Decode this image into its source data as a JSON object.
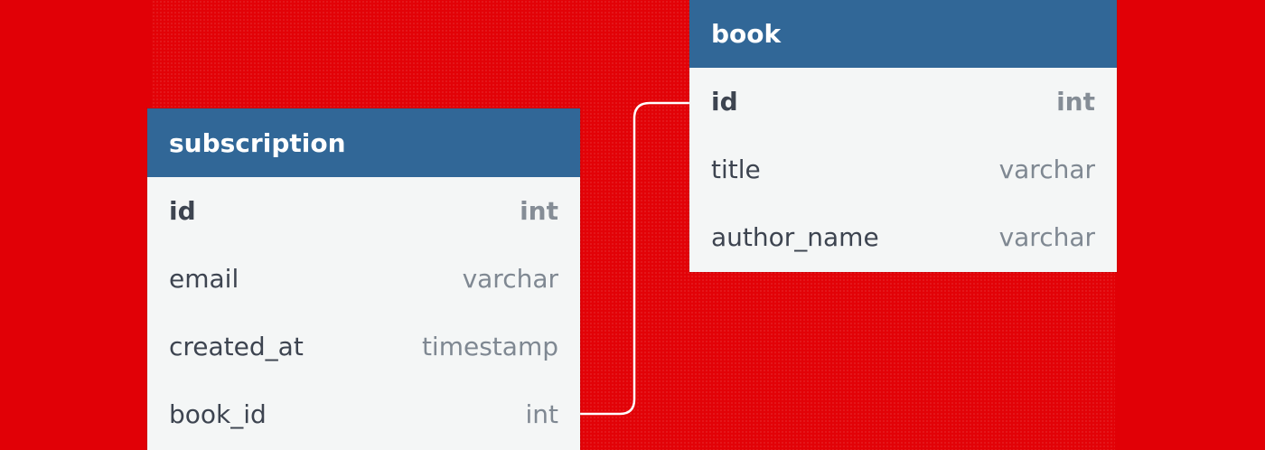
{
  "tables": {
    "book": {
      "name": "book",
      "columns": [
        {
          "name": "id",
          "type": "int",
          "primary_key": true
        },
        {
          "name": "title",
          "type": "varchar"
        },
        {
          "name": "author_name",
          "type": "varchar"
        }
      ]
    },
    "subscription": {
      "name": "subscription",
      "columns": [
        {
          "name": "id",
          "type": "int",
          "primary_key": true
        },
        {
          "name": "email",
          "type": "varchar"
        },
        {
          "name": "created_at",
          "type": "timestamp"
        },
        {
          "name": "book_id",
          "type": "int"
        }
      ]
    }
  },
  "relationships": [
    {
      "from": "subscription.book_id",
      "to": "book.id"
    }
  ],
  "colors": {
    "background": "#e20207",
    "header": "#316797",
    "table_body": "#f4f6f6",
    "connector": "#ffffff"
  }
}
